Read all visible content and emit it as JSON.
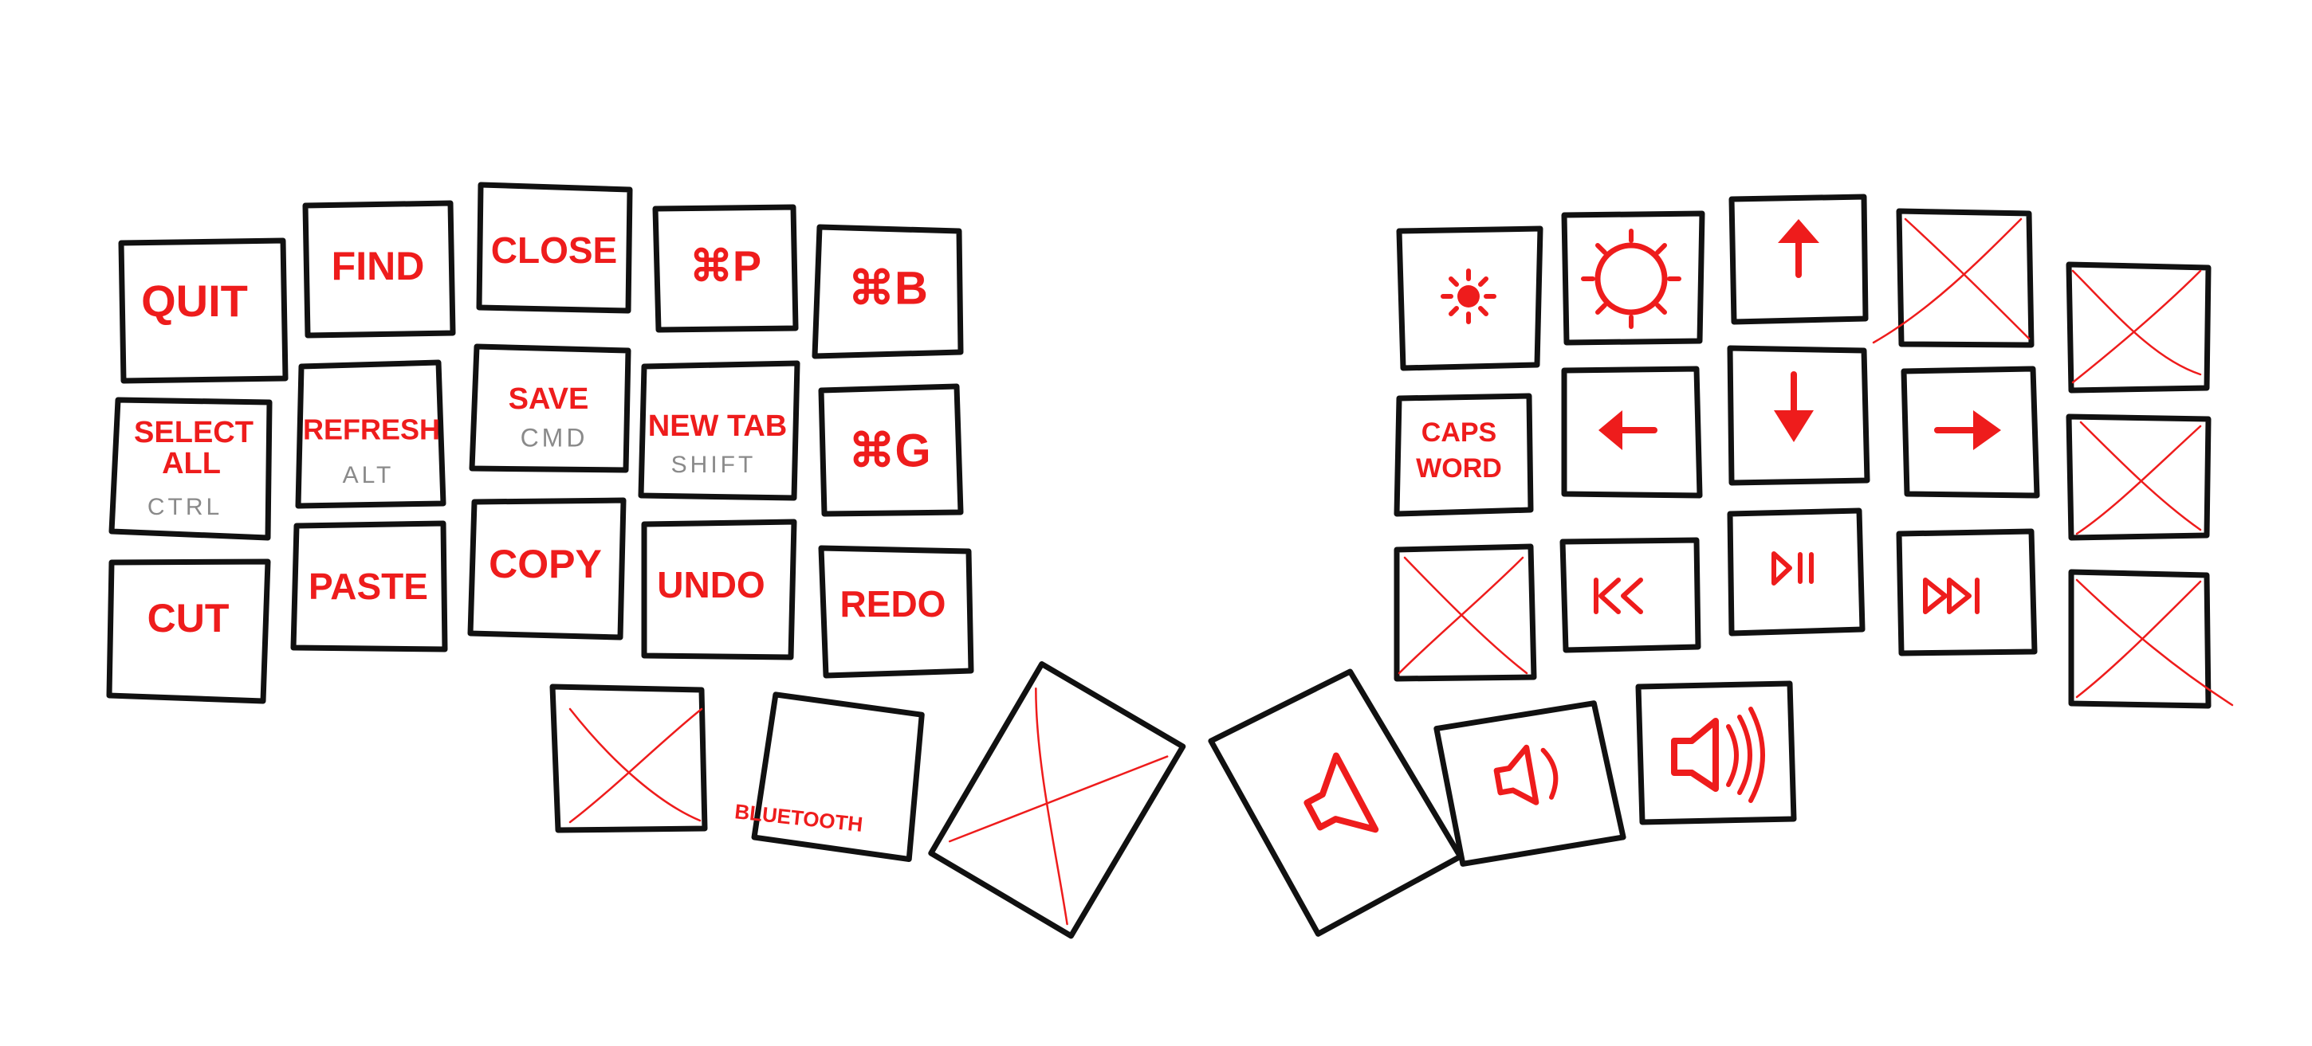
{
  "layout_name": "",
  "colors": {
    "ink": "#111111",
    "label": "#ee1c1c",
    "modifier": "#8a8a8a",
    "background": "#ffffff"
  },
  "left_hand": {
    "top_row": [
      "QUIT",
      "FIND",
      "CLOSE",
      "⌘P",
      "⌘B"
    ],
    "home_row": [
      {
        "label_line1": "SELECT",
        "label_line2": "ALL",
        "modifier": "CTRL"
      },
      {
        "label": "REFRESH",
        "modifier": "ALT"
      },
      {
        "label": "SAVE",
        "modifier": "CMD"
      },
      {
        "label": "NEW TAB",
        "modifier": "SHIFT"
      },
      {
        "label": "⌘G"
      }
    ],
    "bottom_row": [
      "CUT",
      "PASTE",
      "COPY",
      "UNDO",
      "REDO"
    ],
    "thumbs": [
      {
        "label": "",
        "icon": "x-mark-icon"
      },
      {
        "label": "BLUETOOTH"
      },
      {
        "label": "",
        "icon": "x-mark-icon"
      }
    ]
  },
  "right_hand": {
    "top_row": [
      {
        "icon": "brightness-down-icon"
      },
      {
        "icon": "brightness-up-icon"
      },
      {
        "icon": "arrow-up-icon"
      },
      {
        "icon": "x-mark-icon"
      },
      {
        "icon": "x-mark-icon"
      }
    ],
    "home_row": [
      {
        "label_line1": "CAPS",
        "label_line2": "WORD"
      },
      {
        "icon": "arrow-left-icon"
      },
      {
        "icon": "arrow-down-icon"
      },
      {
        "icon": "arrow-right-icon"
      },
      {
        "icon": "x-mark-icon"
      }
    ],
    "bottom_row": [
      {
        "icon": "x-mark-icon"
      },
      {
        "icon": "previous-track-icon"
      },
      {
        "icon": "play-pause-icon"
      },
      {
        "icon": "next-track-icon"
      },
      {
        "icon": "x-mark-icon"
      }
    ],
    "thumbs": [
      {
        "icon": "mute-icon"
      },
      {
        "icon": "volume-down-icon"
      },
      {
        "icon": "volume-up-icon"
      }
    ]
  }
}
